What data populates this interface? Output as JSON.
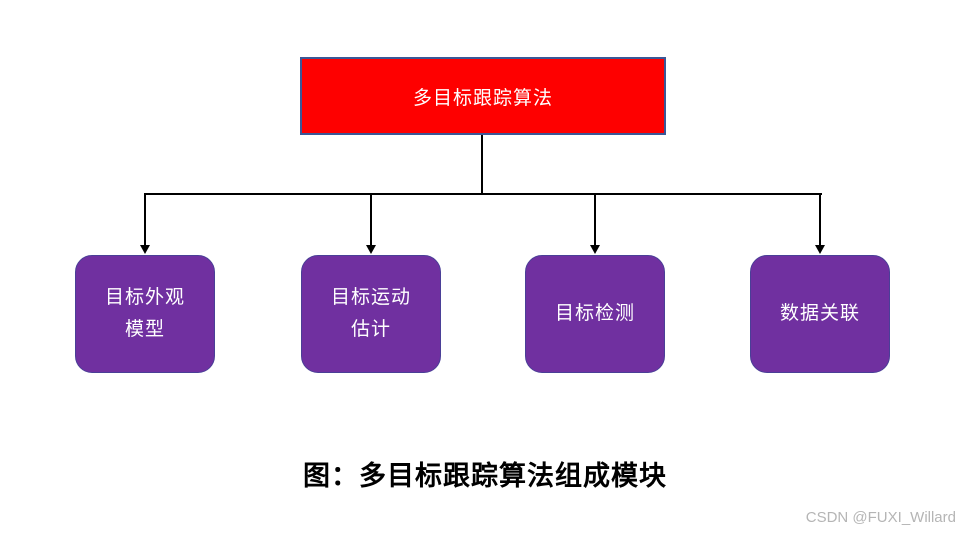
{
  "diagram": {
    "root": {
      "label": "多目标跟踪算法"
    },
    "children": [
      {
        "label": "目标外观\n模型"
      },
      {
        "label": "目标运动\n估计"
      },
      {
        "label": "目标检测"
      },
      {
        "label": "数据关联"
      }
    ],
    "colors": {
      "root_fill": "#fe0000",
      "root_border": "#3b5796",
      "child_fill": "#7030a0",
      "child_border": "#4a3f97",
      "connector": "#000000",
      "watermark_color": "#b5b5b5"
    }
  },
  "caption": "图：多目标跟踪算法组成模块",
  "watermark": "CSDN @FUXI_Willard"
}
